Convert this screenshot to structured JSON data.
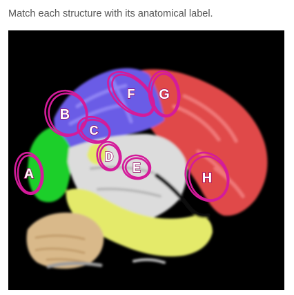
{
  "question": {
    "prompt": "Match each structure with its anatomical label."
  },
  "image": {
    "labels": [
      "A",
      "B",
      "C",
      "D",
      "E",
      "F",
      "G",
      "H"
    ],
    "colors": {
      "frame_background": "#000000",
      "occipital_parietal_red": "#e04a4a",
      "frontal_purple": "#6a5ce6",
      "prefrontal_green": "#1fcf2c",
      "temporal_yellow": "#e4ea6a",
      "white_matter": "#dcdcdc",
      "cerebellum_tan": "#d9b98a",
      "annotation_magenta": "#d41b9a"
    }
  }
}
